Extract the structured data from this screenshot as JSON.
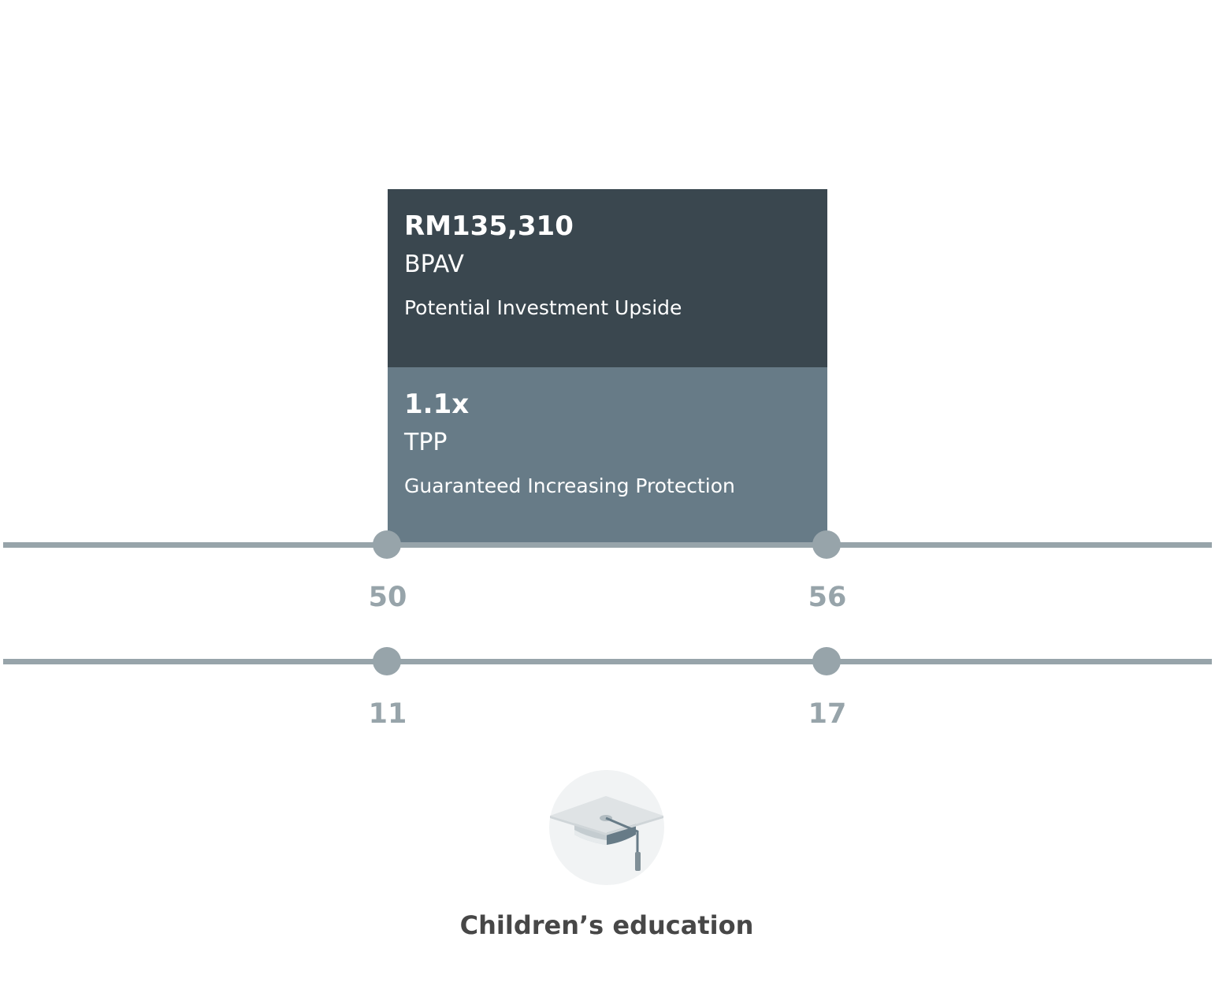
{
  "box": {
    "top": {
      "value": "RM135,310",
      "code": "BPAV",
      "description": "Potential Investment Upside"
    },
    "bottom": {
      "value": "1.1x",
      "code": "TPP",
      "description": "Guaranteed Increasing Protection"
    }
  },
  "timeline_1": {
    "start_label": "50",
    "end_label": "56"
  },
  "timeline_2": {
    "start_label": "11",
    "end_label": "17"
  },
  "goal": {
    "icon": "graduation-cap-icon",
    "label": "Children’s education"
  },
  "colors": {
    "box_top": "#3a474f",
    "box_bottom": "#677b87",
    "timeline": "#97a4aa",
    "goal_circle": "#f1f3f4",
    "goal_text": "#474747"
  }
}
